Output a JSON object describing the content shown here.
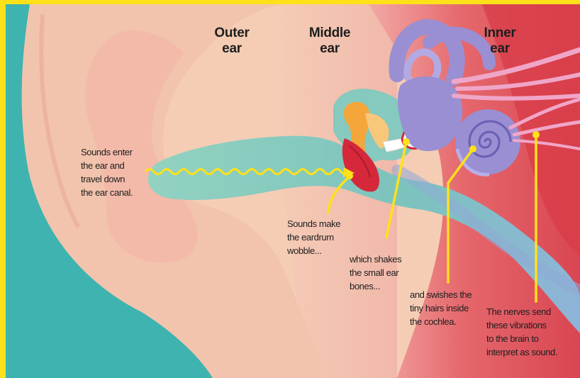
{
  "regions": {
    "outer": "Outer\near",
    "middle": "Middle\near",
    "inner": "Inner\near"
  },
  "callouts": {
    "sounds_enter": "Sounds enter\nthe ear and\ntravel down\nthe ear canal.",
    "eardrum": "Sounds make\nthe eardrum\nwobble...",
    "bones": "which shakes\nthe small ear\nbones...",
    "hairs": "and swishes the\ntiny hairs inside\nthe cochlea.",
    "nerves": "The nerves send\nthese vibrations\nto the brain to\ninterpret as sound."
  },
  "colors": {
    "frame": "#ffe11a",
    "skin": "#f5cdb4",
    "canal": "#7fc7b8",
    "teal_bg": "#3fb3b0",
    "inner_red": "#e2575f",
    "labyrinth": "#9a8fd3",
    "eardrum": "#d5283a",
    "pointer": "#ffe11a"
  }
}
